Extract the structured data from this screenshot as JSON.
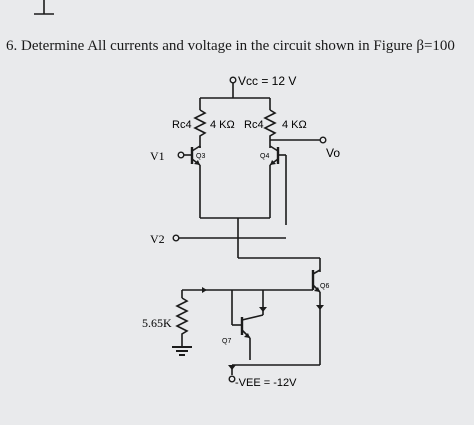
{
  "question": {
    "text": "6. Determine All currents and voltage in the circuit shown in Figure β=100"
  },
  "circuit": {
    "vcc_label": "Vcc = 12 V",
    "rc4_left_label": "Rc4",
    "rc4_left_value": "4 KΩ",
    "rc4_right_label": "Rc4",
    "rc4_right_value": "4 KΩ",
    "vo_label": "Vo",
    "v1_label": "V1",
    "v2_label": "V2",
    "q3_label": "Q3",
    "q4_label": "Q4",
    "q6_label": "Q6",
    "q7_label": "Q7",
    "resistor_label": "5.65K",
    "vee_label": "-VEE = -12V"
  },
  "colors": {
    "background": "#e9eaec",
    "ink": "#1b1b1b"
  }
}
